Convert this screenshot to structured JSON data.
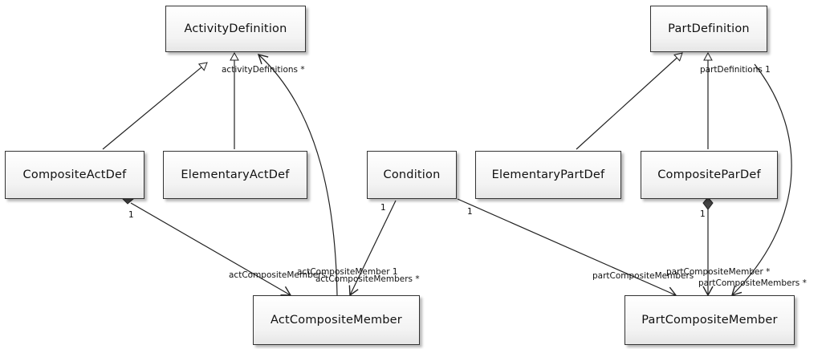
{
  "classes": {
    "activity_definition": "ActivityDefinition",
    "part_definition": "PartDefinition",
    "composite_act_def": "CompositeActDef",
    "elementary_act_def": "ElementaryActDef",
    "condition": "Condition",
    "elementary_part_def": "ElementaryPartDef",
    "composite_par_def": "CompositeParDef",
    "act_composite_member": "ActCompositeMember",
    "part_composite_member": "PartCompositeMember"
  },
  "labels": {
    "activity_definitions": "activityDefinitions *",
    "part_definitions": "partDefinitions 1",
    "composite_act_mult": "1",
    "act_composite_members_1": "actCompositeMembers",
    "act_composite_member": "actCompositeMember 1",
    "act_composite_members_2": "actCompositeMembers *",
    "condition_mult_left": "1",
    "condition_mult_right": "1",
    "part_composite_members_1": "partCompositeMembers",
    "part_composite_member": "partCompositeMember *",
    "part_composite_members_2": "partCompositeMembers *",
    "composite_par_mult": "1"
  }
}
